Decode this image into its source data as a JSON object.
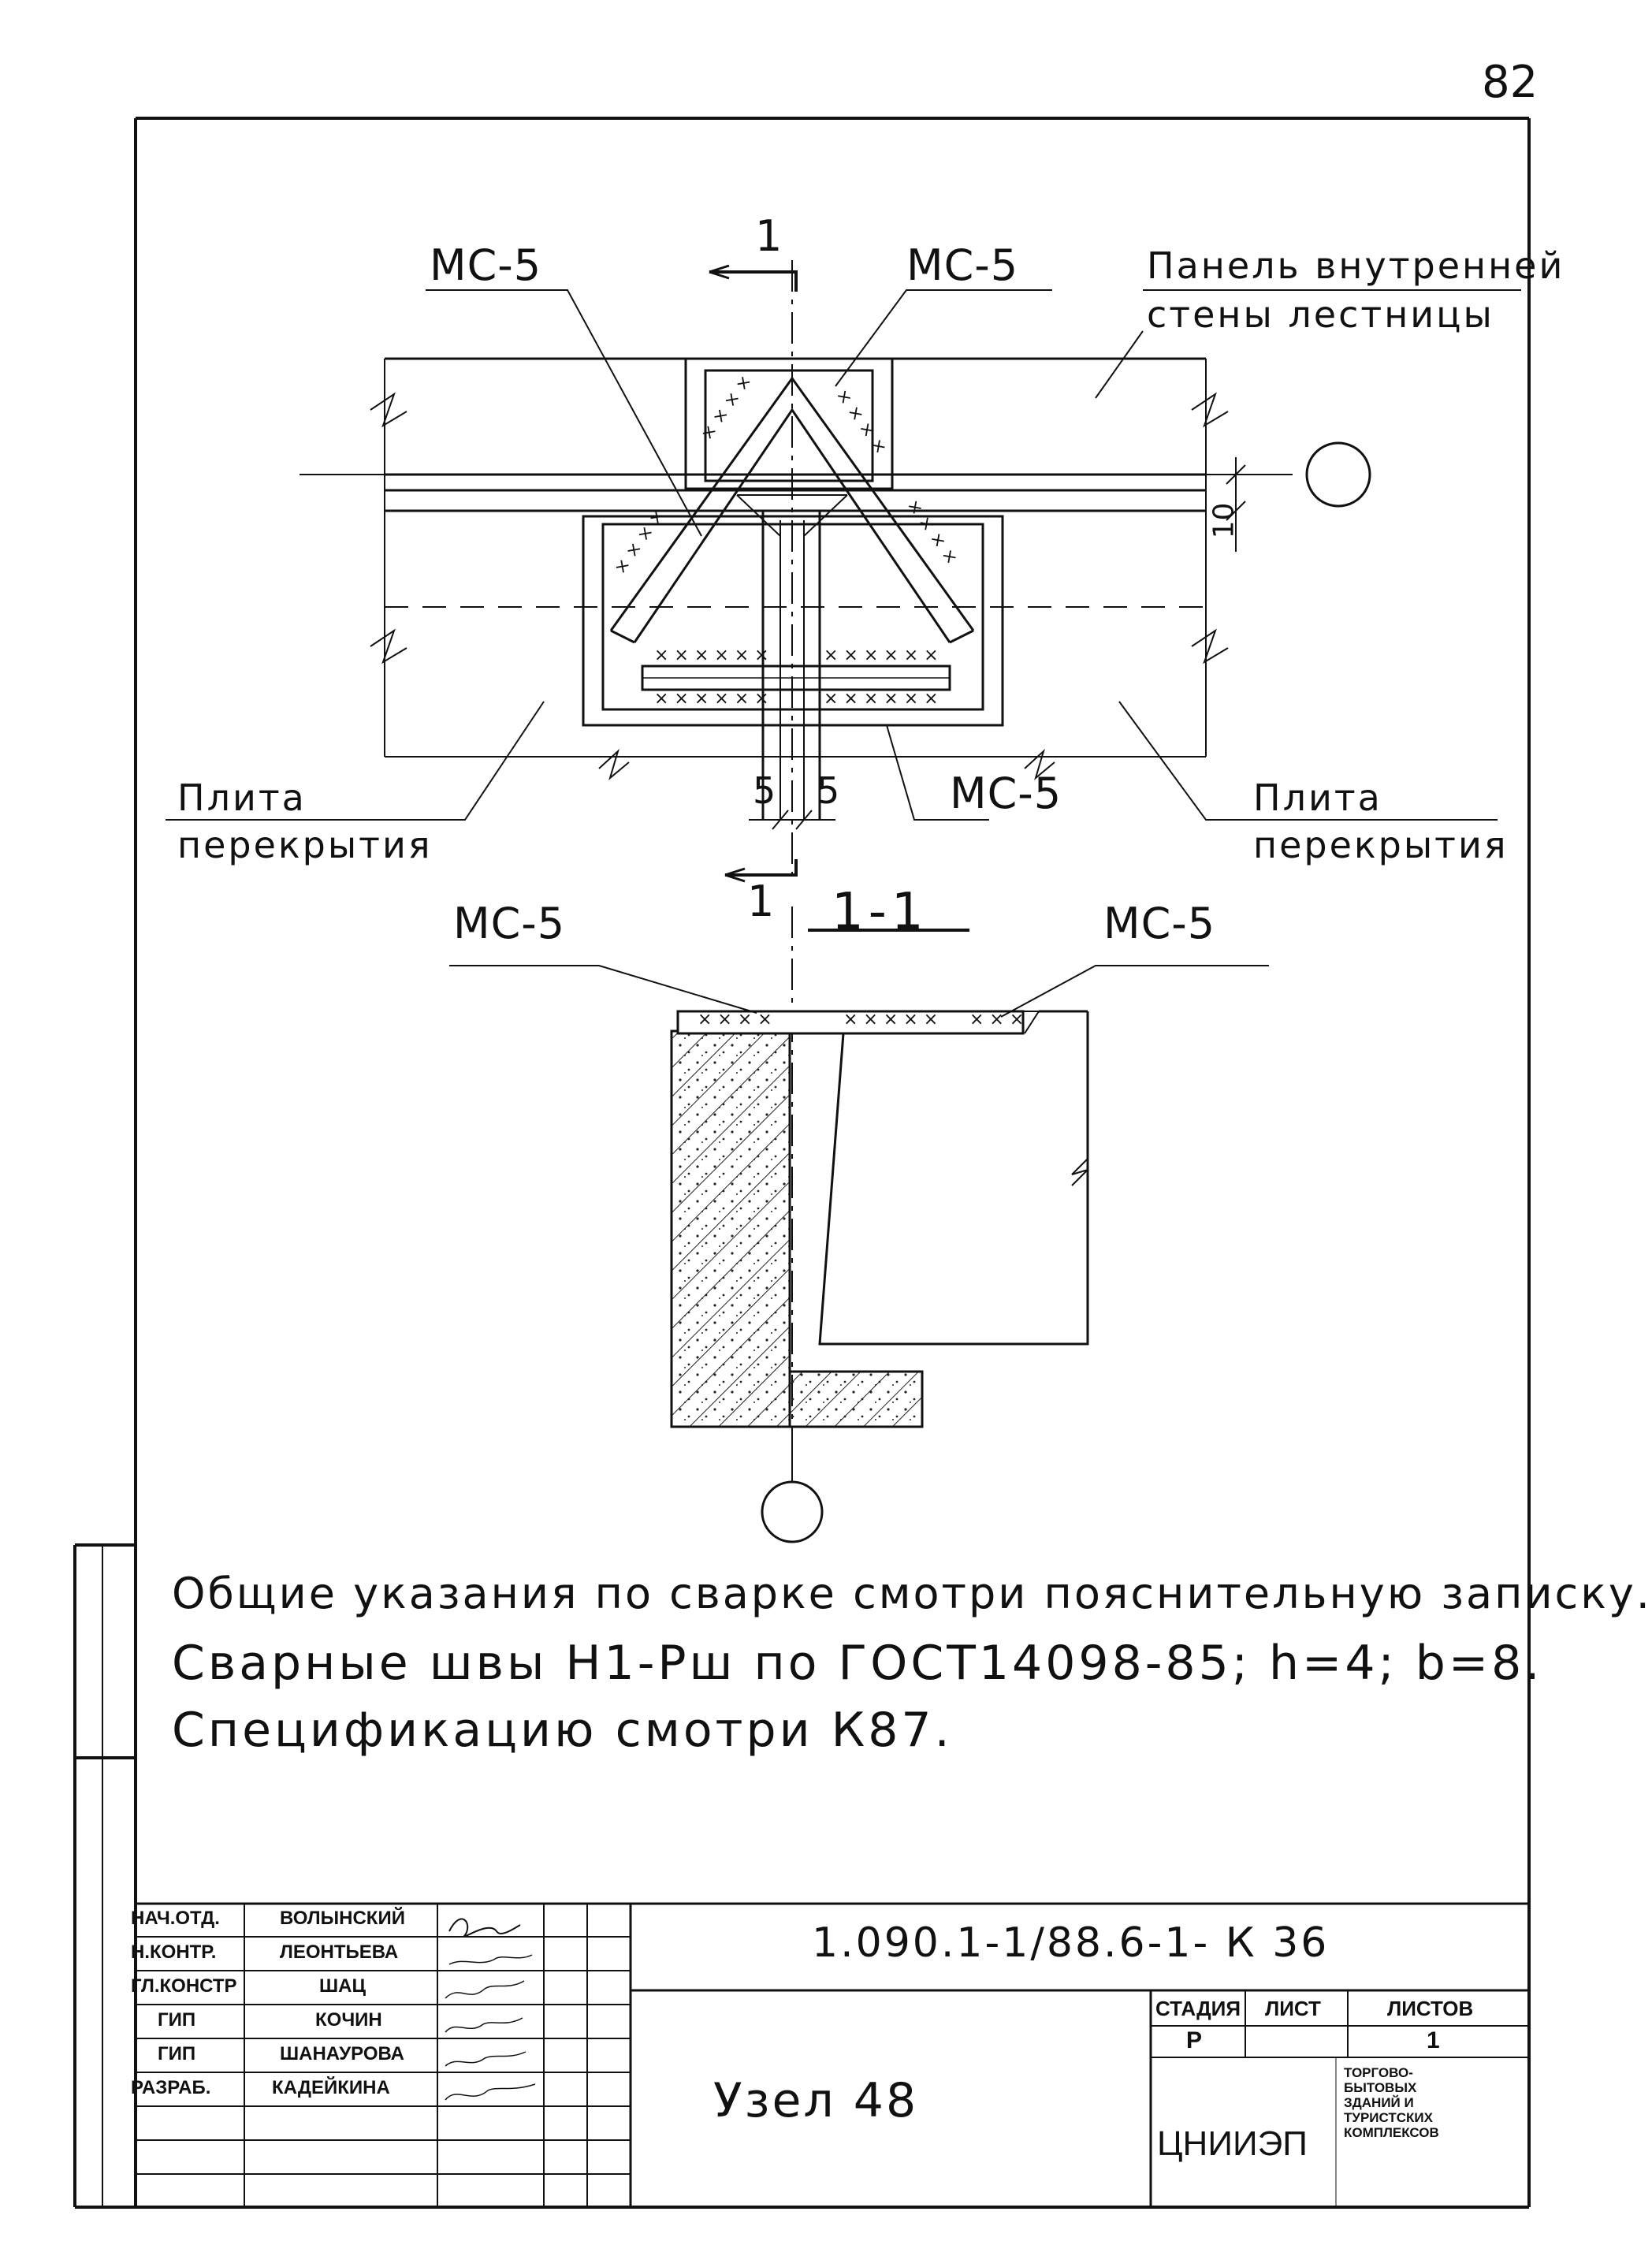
{
  "page_number": "82",
  "plan": {
    "label_mc5_top_left": "МС-5",
    "label_mc5_top_right": "МС-5",
    "label_mc5_bottom": "МС-5",
    "panel_label_line1": "Панель внутренней",
    "panel_label_line2": "стены лестницы",
    "slab_left_line1": "Плита",
    "slab_left_line2": "перекрытия",
    "slab_right_line1": "Плита",
    "slab_right_line2": "перекрытия",
    "section_mark_top": "1",
    "section_mark_bottom": "1",
    "dim_left": "5",
    "dim_right": "5",
    "dim_vertical": "10"
  },
  "section": {
    "title": "1-1",
    "label_mc5_left": "МС-5",
    "label_mc5_right": "МС-5"
  },
  "notes": [
    "Общие указания по сварке смотри пояснительную записку.",
    "Сварные швы Н1-Рш по ГОСТ14098-85; h=4; b=8.",
    "Спецификацию смотри К87."
  ],
  "title_block": {
    "document_code": "1.090.1-1/88.6-1- К 36",
    "drawing_name": "Узел 48",
    "roles": [
      {
        "role": "НАЧ.ОТД.",
        "name": "ВОЛЫНСКИЙ"
      },
      {
        "role": "Н.КОНТР.",
        "name": "ЛЕОНТЬЕВА"
      },
      {
        "role": "ГЛ.КОНСТР",
        "name": "ШАЦ"
      },
      {
        "role": "ГИП",
        "name": "КОЧИН"
      },
      {
        "role": "ГИП",
        "name": "ШАНАУРОВА"
      },
      {
        "role": "РАЗРАБ.",
        "name": "КАДЕЙКИНА"
      }
    ],
    "stage_header": "СТАДИЯ",
    "sheet_header": "ЛИСТ",
    "sheets_header": "ЛИСТОВ",
    "stage_value": "Р",
    "sheet_value": "",
    "sheets_value": "1",
    "organization": "ЦНИИЭП",
    "organization_detail": "торгово-бытовых зданий и туристских комплексов"
  }
}
